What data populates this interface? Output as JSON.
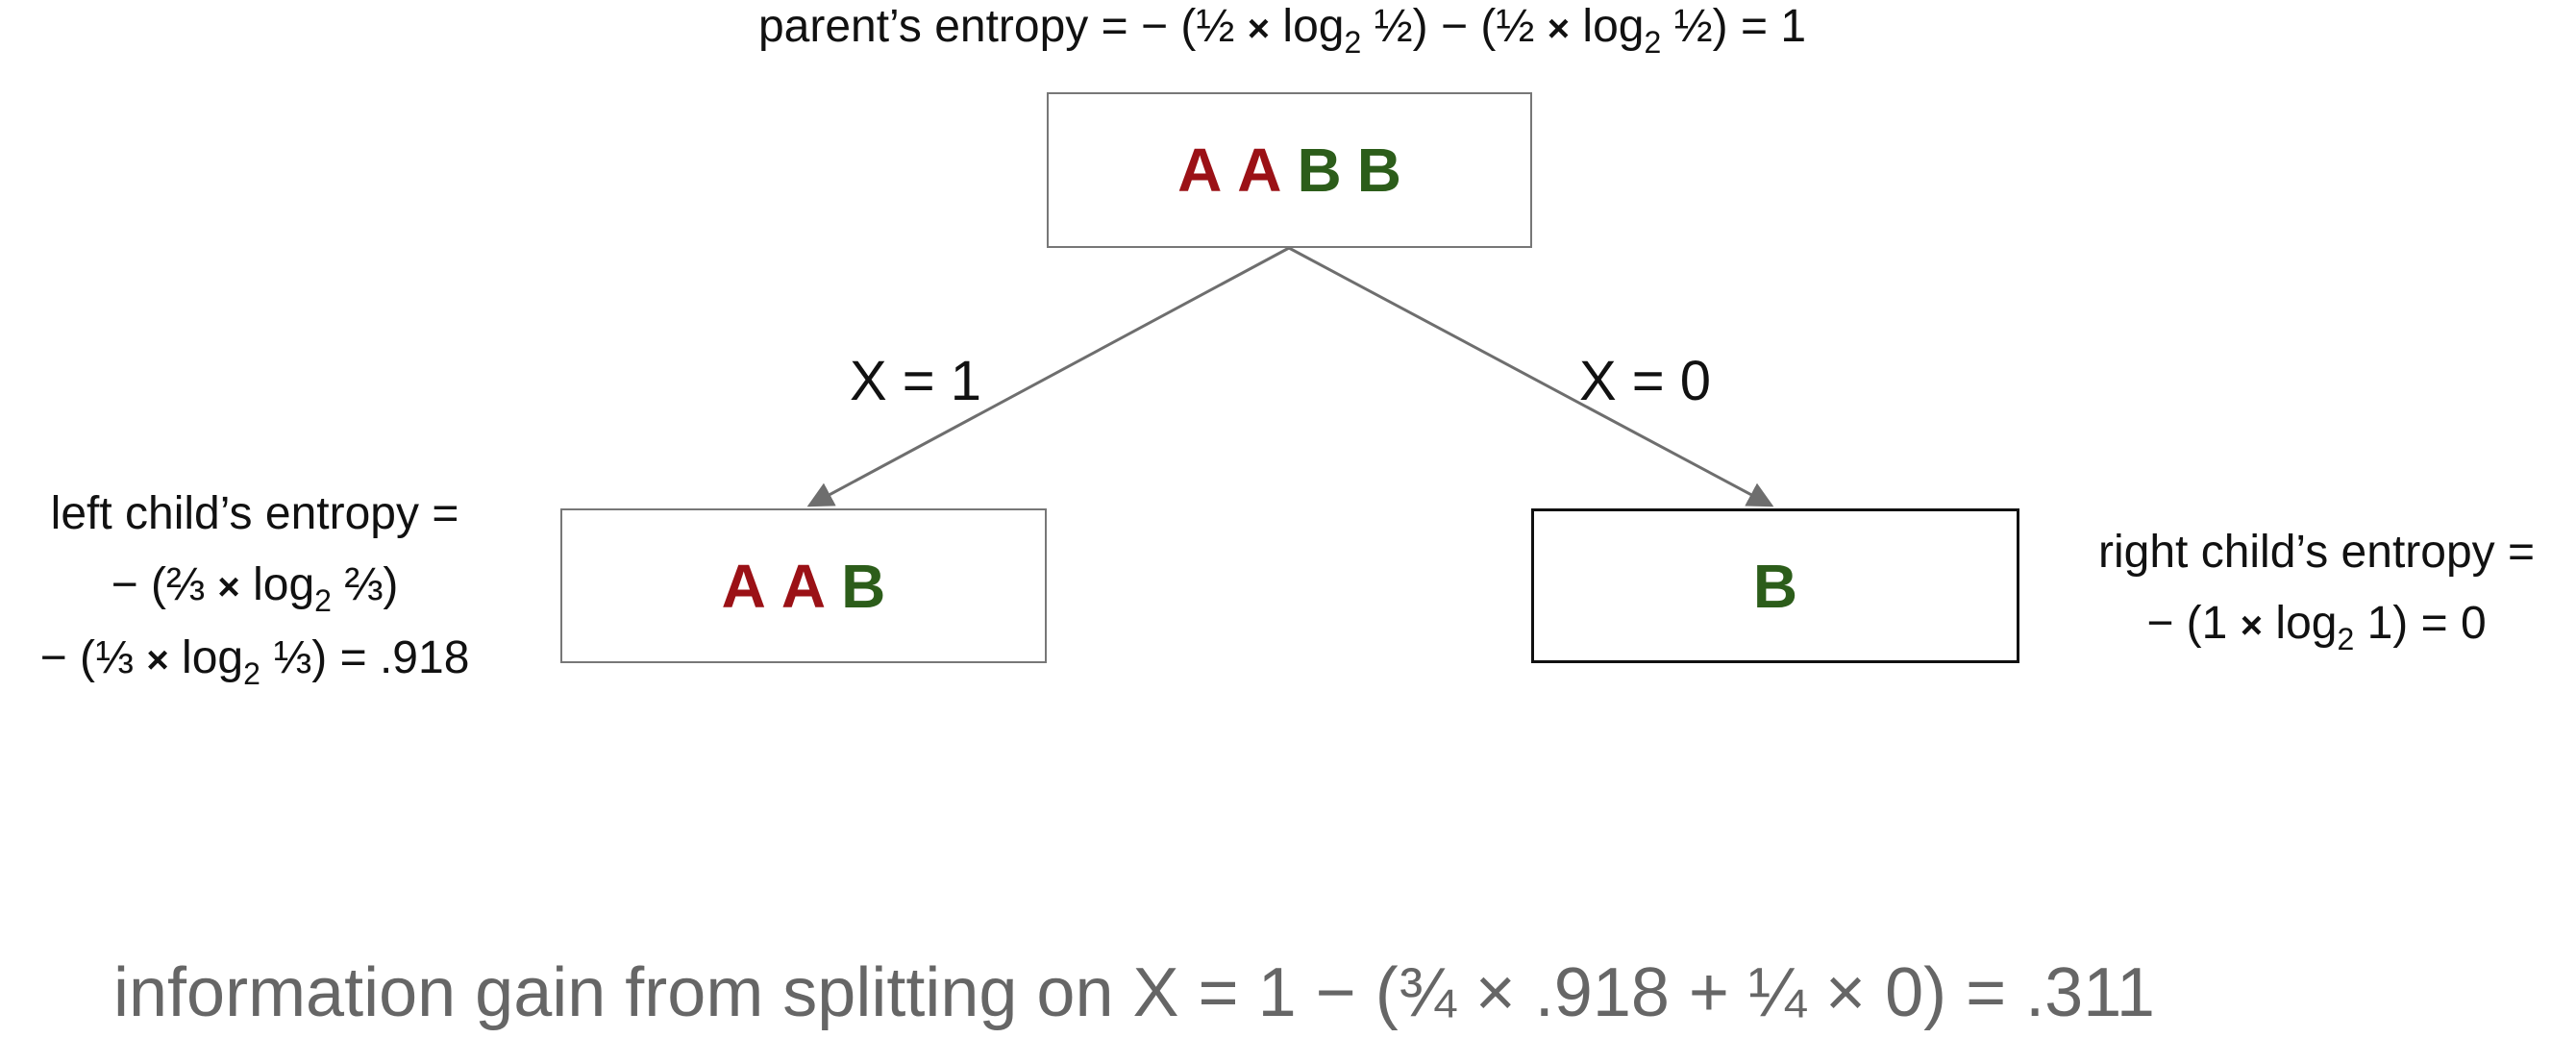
{
  "colors": {
    "class_a": "#9b1116",
    "class_b": "#2c5d1a",
    "edge": "#6e6e6e",
    "node_border_light": "#777777",
    "node_border_dark": "#111111",
    "footer_text": "#666666"
  },
  "parent": {
    "caption": {
      "prefix": "parent’s entropy = − (½",
      "times_1": "×",
      "log_1": "log",
      "base_1": "2",
      "mid": "½) − (½",
      "times_2": "×",
      "log_2": "log",
      "base_2": "2",
      "suffix": "½) = 1"
    },
    "tokens": [
      "A",
      "A",
      "B",
      "B"
    ]
  },
  "edges": {
    "left_label": "X = 1",
    "right_label": "X = 0"
  },
  "left_child": {
    "caption": {
      "line1": "left child’s entropy =",
      "line2_prefix": "− (⅔",
      "line2_times": "×",
      "line2_log": "log",
      "line2_base": "2",
      "line2_suffix": "⅔)",
      "line3_prefix": "− (⅓",
      "line3_times": "×",
      "line3_log": "log",
      "line3_base": "2",
      "line3_suffix": "⅓) = .918"
    },
    "tokens": [
      "A",
      "A",
      "B"
    ]
  },
  "right_child": {
    "caption": {
      "line1": "right child’s entropy =",
      "line2_prefix": "− (1",
      "line2_times": "×",
      "line2_log": "log",
      "line2_base": "2",
      "line2_suffix": "1) = 0"
    },
    "tokens": [
      "B"
    ]
  },
  "footer": {
    "text": "information gain from splitting on X = 1 − (¾ × .918 + ¼ × 0) = .311"
  }
}
